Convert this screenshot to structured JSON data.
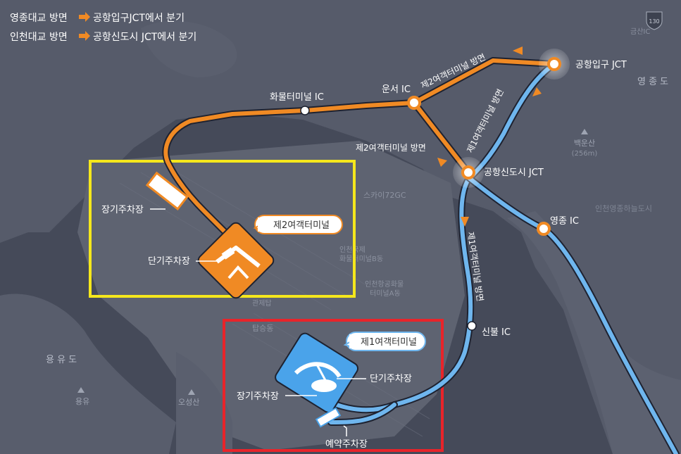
{
  "legend": {
    "line1": {
      "from": "영종대교 방면",
      "to": "공항입구JCT에서 분기"
    },
    "line2": {
      "from": "인천대교 방면",
      "to": "공항신도시 JCT에서 분기"
    }
  },
  "routes": {
    "t2_direction_top": "제2여객터미널 방면",
    "t2_direction_mid": "제2여객터미널 방면",
    "t1_direction_upper": "제1여객터미널 방면",
    "t1_direction_lower": "제1여객터미널 방면"
  },
  "nodes": {
    "airport_entrance_jct": "공항입구 JCT",
    "airport_newtown_jct": "공항신도시 JCT",
    "unseo_ic": "운서 IC",
    "cargo_terminal_ic": "화물터미널 IC",
    "yeongjong_ic": "영종 IC",
    "sinbul_ic": "신불 IC"
  },
  "terminal2": {
    "badge": "제2여객터미널",
    "long_term_parking": "장기주차장",
    "short_term_parking": "단기주차장"
  },
  "terminal1": {
    "badge": "제1여객터미널",
    "long_term_parking": "장기주차장",
    "short_term_parking": "단기주차장",
    "reserved_parking": "예약주차장"
  },
  "background_labels": {
    "yeongjongdo": "영 종 도",
    "baekunsan": "백운산",
    "baekunsan_height": "(256m)",
    "incheon_airport_city": "인천영종하늘도시",
    "skyview": "스카이72GC",
    "t1_building_b": "인천국제\n화물터미널B동",
    "t1_building_a": "인천항공화물\n터미널A동",
    "gwanjetap": "관제탑",
    "tapseungdong": "탑승동",
    "yongyudo": "용 유 도",
    "yongyu": "용유",
    "oseongsan": "오성산",
    "geumsan_ic": "금산IC",
    "highway_130": "130"
  },
  "colors": {
    "orange_route": "#f08a24",
    "blue_route": "#6fb6ee",
    "t2_box": "#f5e71c",
    "t1_box": "#e8242a"
  }
}
